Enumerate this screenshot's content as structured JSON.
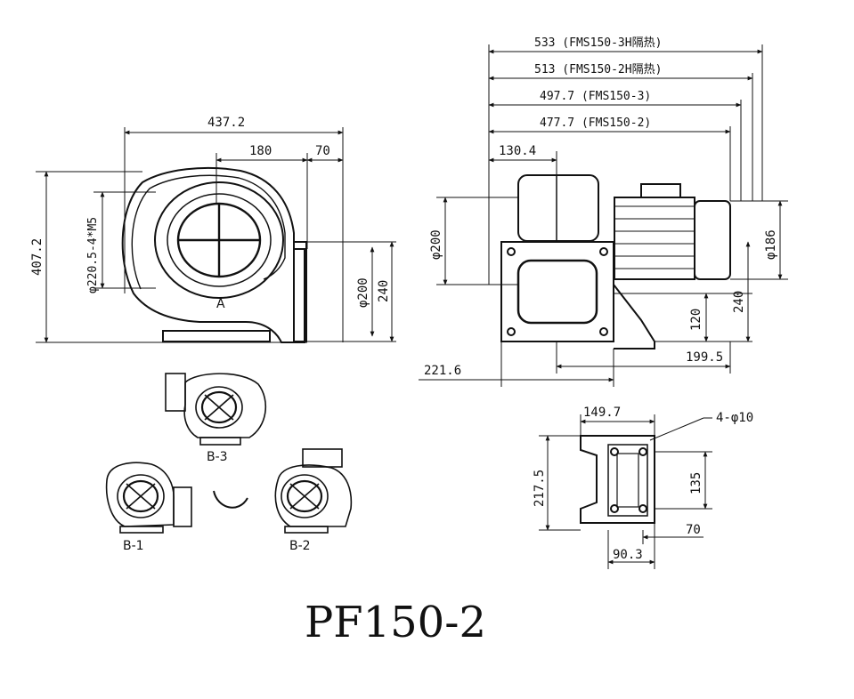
{
  "title": "PF150-2",
  "front_view": {
    "width": "437.2",
    "w_180": "180",
    "w_70": "70",
    "height": "407.2",
    "bolt_circle": "φ220.5-4*M5",
    "outlet_dia": "φ200",
    "outlet_h": "240",
    "marker_a": "A"
  },
  "side_view": {
    "d533": "533 (FMS150-3H隔热)",
    "d513": "513 (FMS150-2H隔热)",
    "d497": "497.7 (FMS150-3)",
    "d477": "477.7 (FMS150-2)",
    "d130": "130.4",
    "inlet_dia": "φ200",
    "motor_dia": "φ186",
    "h120": "120",
    "h240": "240",
    "w199": "199.5",
    "w221": "221.6"
  },
  "base_view": {
    "w149": "149.7",
    "holes": "4-φ10",
    "h217": "217.5",
    "h135": "135",
    "w70": "70",
    "w90": "90.3"
  },
  "orientations": {
    "b1": "B-1",
    "b2": "B-2",
    "b3": "B-3"
  }
}
